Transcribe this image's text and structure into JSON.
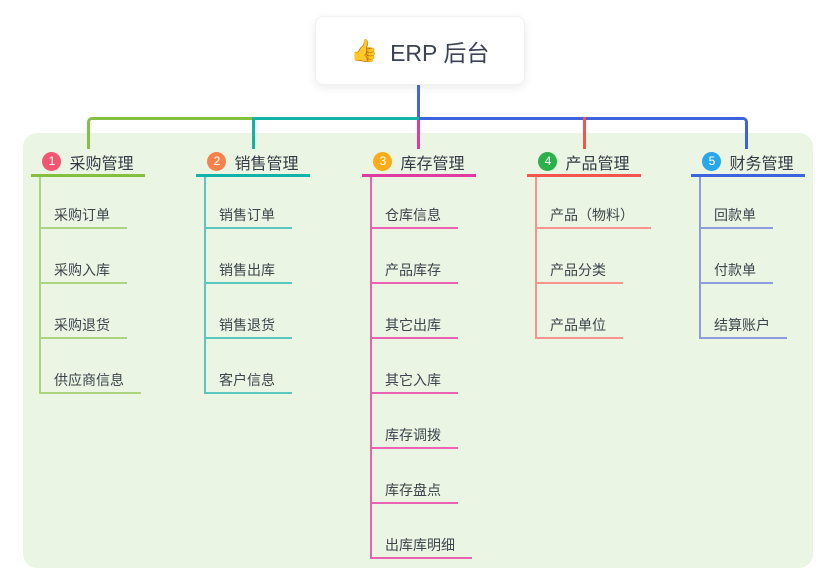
{
  "root": {
    "icon": "👍",
    "label": "ERP 后台"
  },
  "connector": {
    "root_color": "#4565dc"
  },
  "canvas": {
    "panel_color": "#eaf6e3"
  },
  "branches": [
    {
      "num": "1",
      "label": "采购管理",
      "badge_color": "#f25670",
      "line_color": "#84c140",
      "subline_color": "#aad47e",
      "items": [
        "采购订单",
        "采购入库",
        "采购退货",
        "供应商信息"
      ]
    },
    {
      "num": "2",
      "label": "销售管理",
      "badge_color": "#f8824e",
      "line_color": "#13b3a9",
      "subline_color": "#5cc7bf",
      "items": [
        "销售订单",
        "销售出库",
        "销售退货",
        "客户信息"
      ]
    },
    {
      "num": "3",
      "label": "库存管理",
      "badge_color": "#fbac18",
      "line_color": "#e03ba1",
      "subline_color": "#ec62b2",
      "items": [
        "仓库信息",
        "产品库存",
        "其它出库",
        "其它入库",
        "库存调拨",
        "库存盘点",
        "出库库明细"
      ]
    },
    {
      "num": "4",
      "label": "产品管理",
      "badge_color": "#2db14b",
      "line_color": "#f4564e",
      "subline_color": "#f8948d",
      "items": [
        "产品（物料）",
        "产品分类",
        "产品单位"
      ]
    },
    {
      "num": "5",
      "label": "财务管理",
      "badge_color": "#2aa7ea",
      "line_color": "#3d64de",
      "subline_color": "#8b9ddc",
      "items": [
        "回款单",
        "付款单",
        "结算账户"
      ]
    }
  ]
}
